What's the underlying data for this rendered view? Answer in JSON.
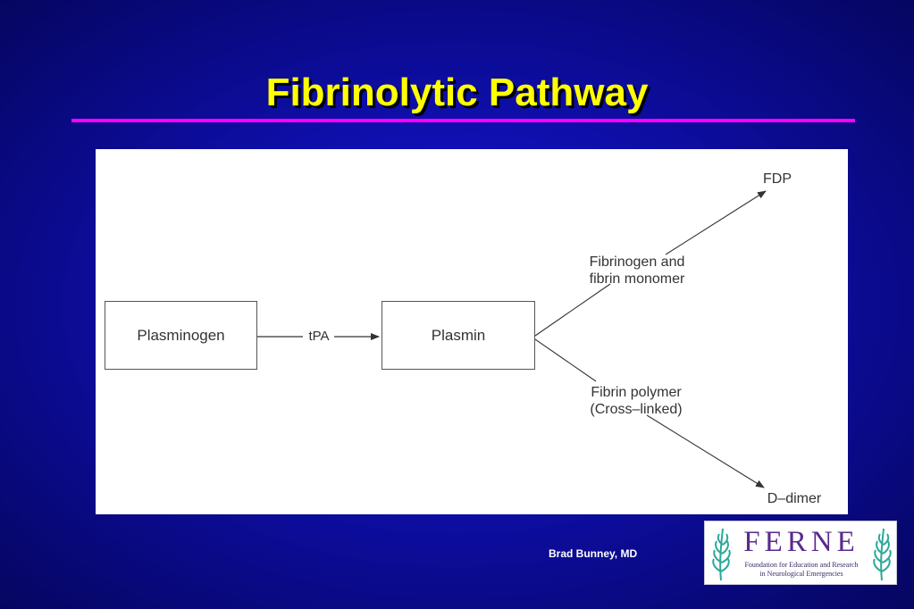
{
  "slide": {
    "title": "Fibrinolytic Pathway",
    "footer": "Brad Bunney, MD"
  },
  "diagram": {
    "nodes": {
      "plasminogen": "Plasminogen",
      "plasmin": "Plasmin"
    },
    "labels": {
      "tpa": "tPA",
      "fibrinogen_line1": "Fibrinogen and",
      "fibrinogen_line2": "fibrin monomer",
      "polymer_line1": "Fibrin polymer",
      "polymer_line2": "(Cross–linked)",
      "fdp": "FDP",
      "ddimer": "D–dimer"
    }
  },
  "logo": {
    "letters": "FERNE",
    "subtitle_line1": "Foundation for Education and Research",
    "subtitle_line2": "in Neurological Emergencies"
  },
  "colors": {
    "title": "#ffff00",
    "rule": "#ff00ff",
    "background": "#0e0ea8",
    "logo_letters": "#5b2a8c",
    "logo_leaf": "#2aa898"
  }
}
